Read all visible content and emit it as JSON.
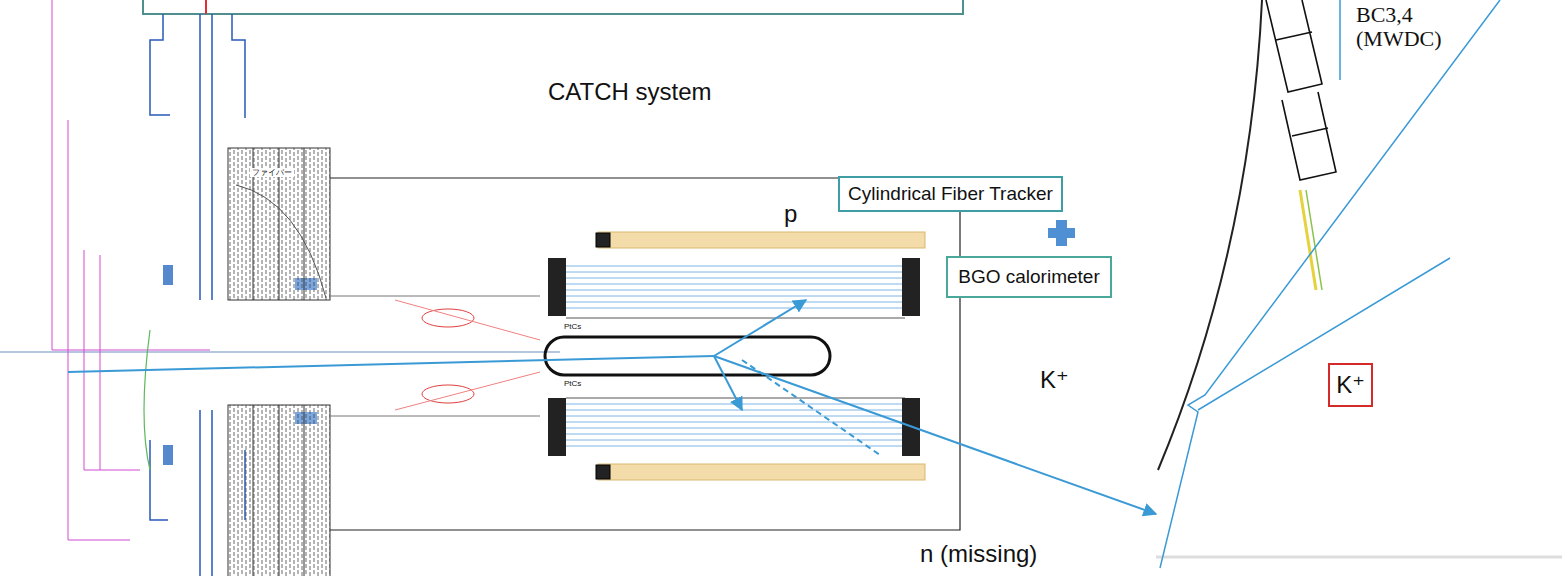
{
  "diagram": {
    "nodes": [
      {
        "text": [
          "Cylindrical Fiber Tracker"
        ]
      },
      {
        "text": [
          "BGO calorimeter"
        ]
      },
      {
        "text": [
          "K⁺"
        ]
      }
    ],
    "labels": [
      "CATCH system",
      "p",
      "K⁺",
      "n (missing)",
      "BC3,4 (MWDC)",
      "PtCs",
      "PtCs",
      "ファイバー"
    ]
  }
}
